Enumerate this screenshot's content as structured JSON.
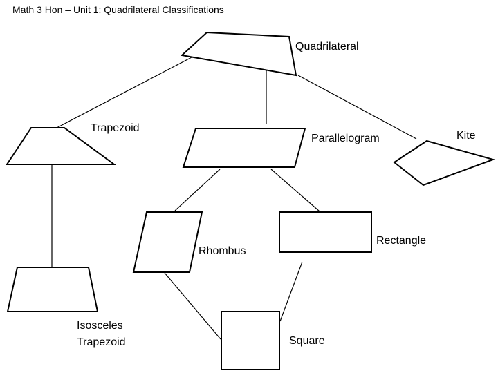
{
  "title": "Math 3 Hon – Unit 1: Quadrilateral Classifications",
  "labels": {
    "quadrilateral": "Quadrilateral",
    "trapezoid": "Trapezoid",
    "parallelogram": "Parallelogram",
    "kite": "Kite",
    "rhombus": "Rhombus",
    "rectangle": "Rectangle",
    "isosceles_line1": "Isosceles",
    "isosceles_line2": "Trapezoid",
    "square": "Square"
  }
}
